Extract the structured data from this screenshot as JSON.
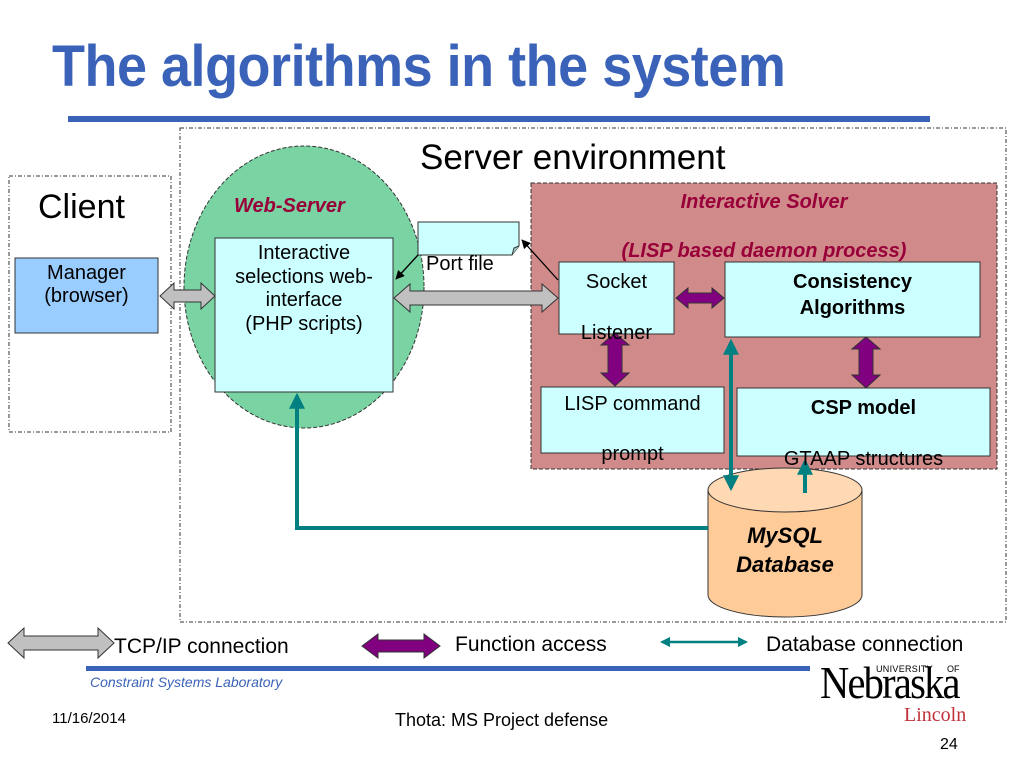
{
  "slide": {
    "title": "The algorithms in the system",
    "page_number": "24",
    "date": "11/16/2014",
    "footer_center": "Thota: MS Project defense",
    "footer_lab": "Constraint Systems Laboratory",
    "logo": {
      "top_small": "UNIVERSITY",
      "top_of": "OF",
      "main": "Nebraska",
      "sub": "Lincoln"
    }
  },
  "diagram": {
    "server_env_label": "Server environment",
    "client": {
      "label": "Client",
      "manager_line1": "Manager",
      "manager_line2": "(browser)"
    },
    "web_server": {
      "label": "Web-Server",
      "box_lines": [
        "Interactive",
        "selections web-",
        "interface",
        "(PHP scripts)"
      ]
    },
    "port_file": "Port file",
    "solver": {
      "title_line1": "Interactive Solver",
      "title_line2": "(LISP based daemon process)",
      "socket_line1": "Socket",
      "socket_line2": "Listener",
      "consistency_line1": "Consistency",
      "consistency_line2": "Algorithms",
      "lisp_line1": "LISP command",
      "lisp_line2": "prompt",
      "csp_line1": "CSP model",
      "csp_line2": "GTAAP structures"
    },
    "database": {
      "line1": "MySQL",
      "line2": "Database"
    },
    "legend": {
      "tcp": "TCP/IP connection",
      "function": "Function access",
      "database": "Database connection"
    },
    "colors": {
      "title_blue": "#3a62b8",
      "web_server_green": "#7ad3a3",
      "solver_red": "#d08a8a",
      "box_cyan": "#ccffff",
      "manager_blue": "#99ccff",
      "database_orange": "#ffcc99",
      "function_purple": "#800080",
      "db_teal": "#008080",
      "tcp_gray": "#c0c0c0",
      "label_crimson": "#99003a"
    }
  }
}
